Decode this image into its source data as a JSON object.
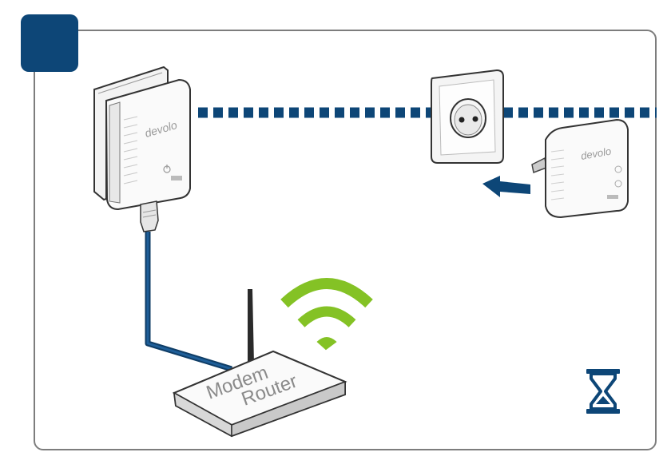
{
  "step": {
    "number": ""
  },
  "adapter_brand": "devolo",
  "router": {
    "line1": "Modem",
    "line2": "Router"
  },
  "colors": {
    "accent_blue": "#0d4677",
    "cable_blue": "#124a7c",
    "wifi_green": "#84c225",
    "frame_gray": "#7d7d7d",
    "device_outline": "#444444"
  },
  "icons": {
    "wait": "hourglass-icon",
    "wifi": "wifi-icon",
    "insert": "arrow-right-icon",
    "socket": "wall-socket-icon"
  }
}
